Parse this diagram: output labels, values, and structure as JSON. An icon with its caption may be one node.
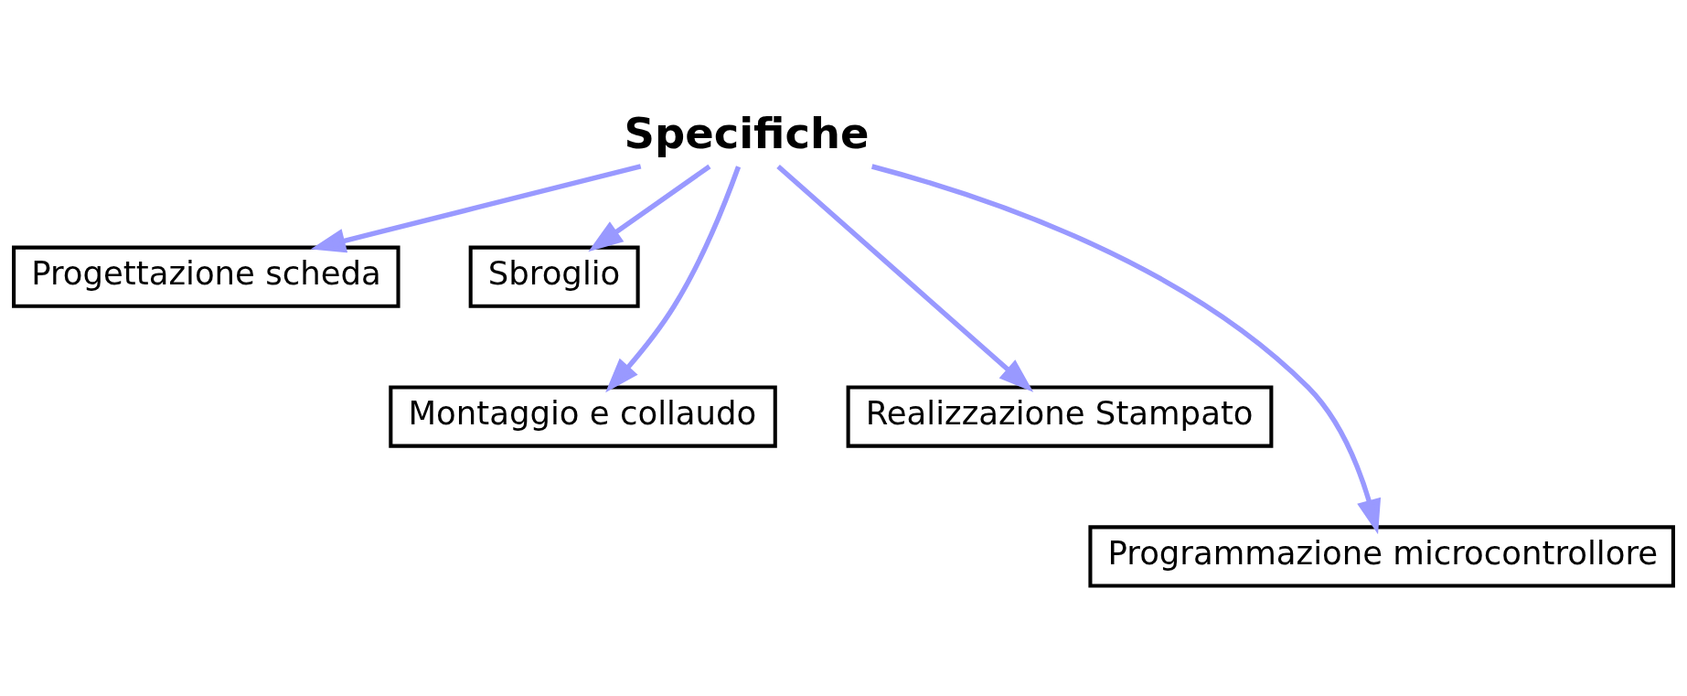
{
  "diagram": {
    "nodes": [
      {
        "text": [
          "Specifiche"
        ]
      },
      {
        "text": [
          "Progettazione scheda"
        ]
      },
      {
        "text": [
          "Sbroglio"
        ]
      },
      {
        "text": [
          "Montaggio e collaudo"
        ]
      },
      {
        "text": [
          "Realizzazione Stampato"
        ]
      },
      {
        "text": [
          "Programmazione microcontrollore"
        ]
      }
    ],
    "edges": [
      {
        "from": 0,
        "to": 1,
        "arrow": "to"
      },
      {
        "from": 0,
        "to": 3,
        "arrow": "to"
      },
      {
        "from": 0,
        "to": 5,
        "arrow": "to"
      },
      {
        "from": 0,
        "to": 4,
        "arrow": "to"
      },
      {
        "from": 0,
        "to": 2,
        "arrow": "to"
      }
    ]
  }
}
